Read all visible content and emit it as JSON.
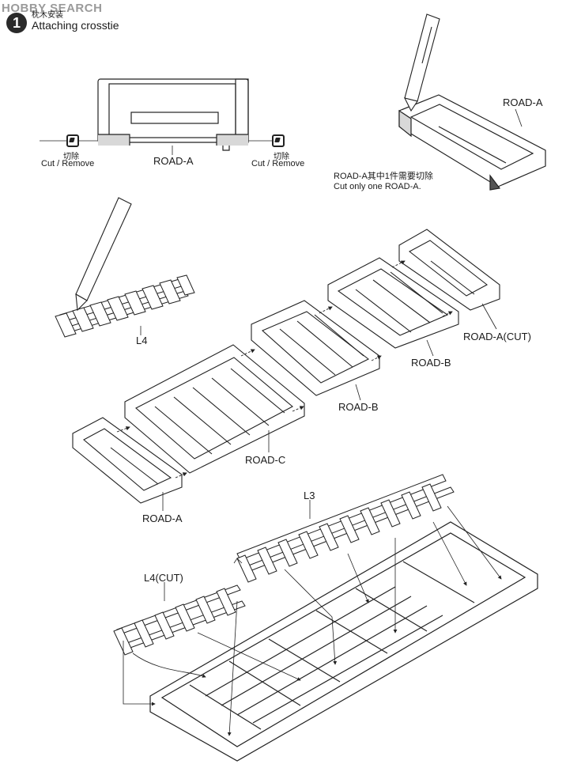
{
  "watermark": "HOBBY SEARCH",
  "step": {
    "number": "1",
    "title_cn": "枕木安装",
    "title_en": "Attaching crosstie"
  },
  "labels": {
    "road_a_top": "ROAD-A",
    "cut_cn_left": "切除",
    "cut_en_left": "Cut / Remove",
    "cut_cn_right": "切除",
    "cut_en_right": "Cut / Remove",
    "road_a_right": "ROAD-A",
    "note_cn": "ROAD-A其中1件需要切除",
    "note_en": "Cut only one ROAD-A.",
    "l4": "L4",
    "road_a_cut": "ROAD-A(CUT)",
    "road_b_1": "ROAD-B",
    "road_b_2": "ROAD-B",
    "road_c": "ROAD-C",
    "road_a_bottom": "ROAD-A",
    "l3": "L3",
    "l4_cut": "L4(CUT)"
  },
  "icons": [
    "cut-icon",
    "knife-icon"
  ]
}
